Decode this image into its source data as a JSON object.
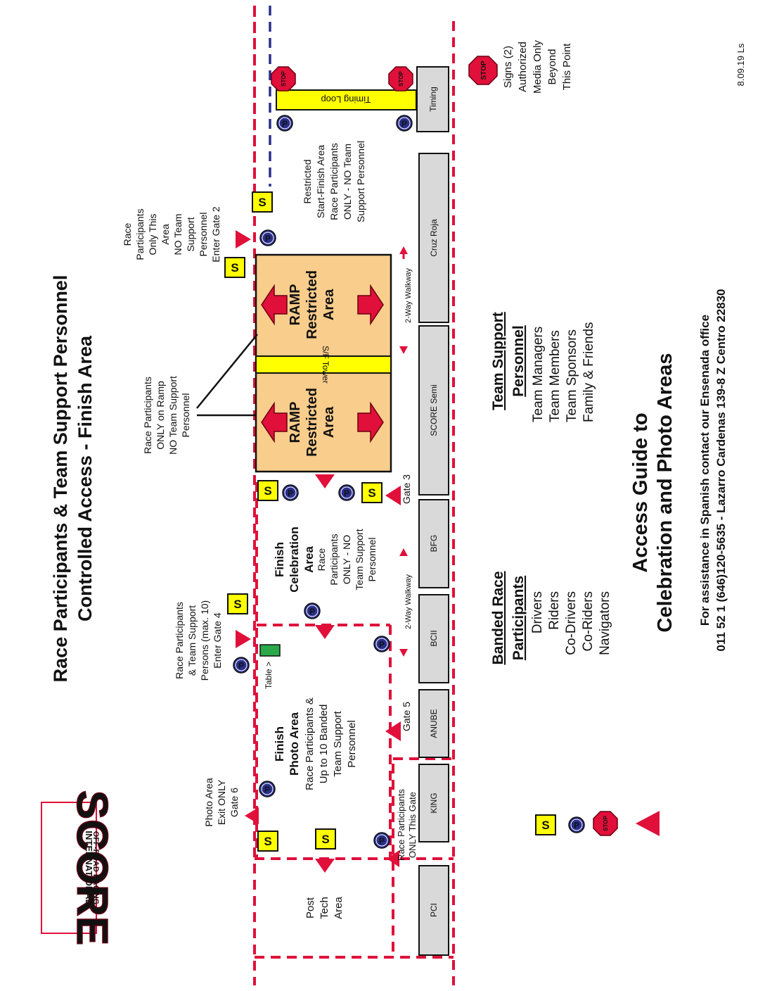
{
  "doc": {
    "title": "Race Participants & Team Support Personnel",
    "subtitle": "Controlled Access -  Finish Area",
    "revision": "8.09.19  Ls"
  },
  "logo": {
    "main": "SCORE",
    "line1": "INTERNATIONAL",
    "line2": "OFF-ROAD RACING"
  },
  "icons": {
    "s_label": "S",
    "p_label": "P",
    "stop_label": "STOP"
  },
  "colors": {
    "red": "#e0103a",
    "navy": "#2a2f8a",
    "yellow": "#ffff00",
    "ramp": "#f9cd8c",
    "booth": "#d9d9d9",
    "green": "#2aa84a"
  },
  "booths": [
    "PCI",
    "KING",
    "ANUBE",
    "BCII",
    "BFG",
    "SCORE Semi",
    "Cruz Roja",
    "Timing"
  ],
  "areas": {
    "post_tech": [
      "Post",
      "Tech",
      "Area"
    ],
    "photo_title": [
      "Finish",
      "Photo Area"
    ],
    "photo_body": [
      "Race Participants &",
      "Up to 10 Banded",
      "Team Support",
      "Personnel"
    ],
    "celebration_title": [
      "Finish",
      "Celebration",
      "Area"
    ],
    "celebration_body": [
      "Race",
      "Participants",
      "ONLY - NO",
      "Team Support",
      "Personnel"
    ],
    "ramp_label": [
      "RAMP",
      "Restricted",
      "Area"
    ],
    "sf_tower": "S/F Tower",
    "timing_loop": "Timing Loop",
    "restricted": [
      "Restricted",
      "Start-Finish Area",
      "Race Participants",
      "ONLY - NO Team",
      "Support Personnel"
    ],
    "table": "Table >"
  },
  "gates": {
    "gate3": "Gate 3",
    "gate5": "Gate 5",
    "walkway": "2-Way Walkway",
    "gate6_note": [
      "Photo Area",
      "Exit ONLY",
      "Gate 6"
    ],
    "gate4_note": [
      "Race Participants",
      "& Team Support",
      "Persons (max. 10)",
      "Enter Gate 4"
    ],
    "ramp_note": [
      "Race Participants",
      "ONLY on Ramp",
      "NO Team Support",
      "Personnel"
    ],
    "gate2_note": [
      "Race",
      "Participants",
      "Only This",
      "Area",
      "NO Team",
      "Support",
      "Personnel",
      "Enter Gate 2"
    ],
    "this_gate": [
      "Race Participants",
      "ONLY This Gate"
    ],
    "media_note": [
      "Signs (2)",
      "Authorized",
      "Media Only",
      "Beyond",
      "This Point"
    ]
  },
  "legend": {
    "banded_title": [
      "Banded Race",
      "Participants"
    ],
    "banded_items": [
      "Drivers",
      "Riders",
      "Co-Drivers",
      "Co-Riders",
      "Navigators"
    ],
    "support_title": [
      "Team Support",
      "Personnel"
    ],
    "support_items": [
      "Team Managers",
      "Team Members",
      "Team Sponsors",
      "Family & Friends"
    ]
  },
  "guide": {
    "title": [
      "Access Guide to",
      "Celebration and Photo Areas"
    ],
    "contact": [
      "For assistance in Spanish contact our Ensenada office",
      "011 52 1 (646)120-5635 - Lazarro Cardenas 139-8 Z Centro 22830"
    ]
  }
}
